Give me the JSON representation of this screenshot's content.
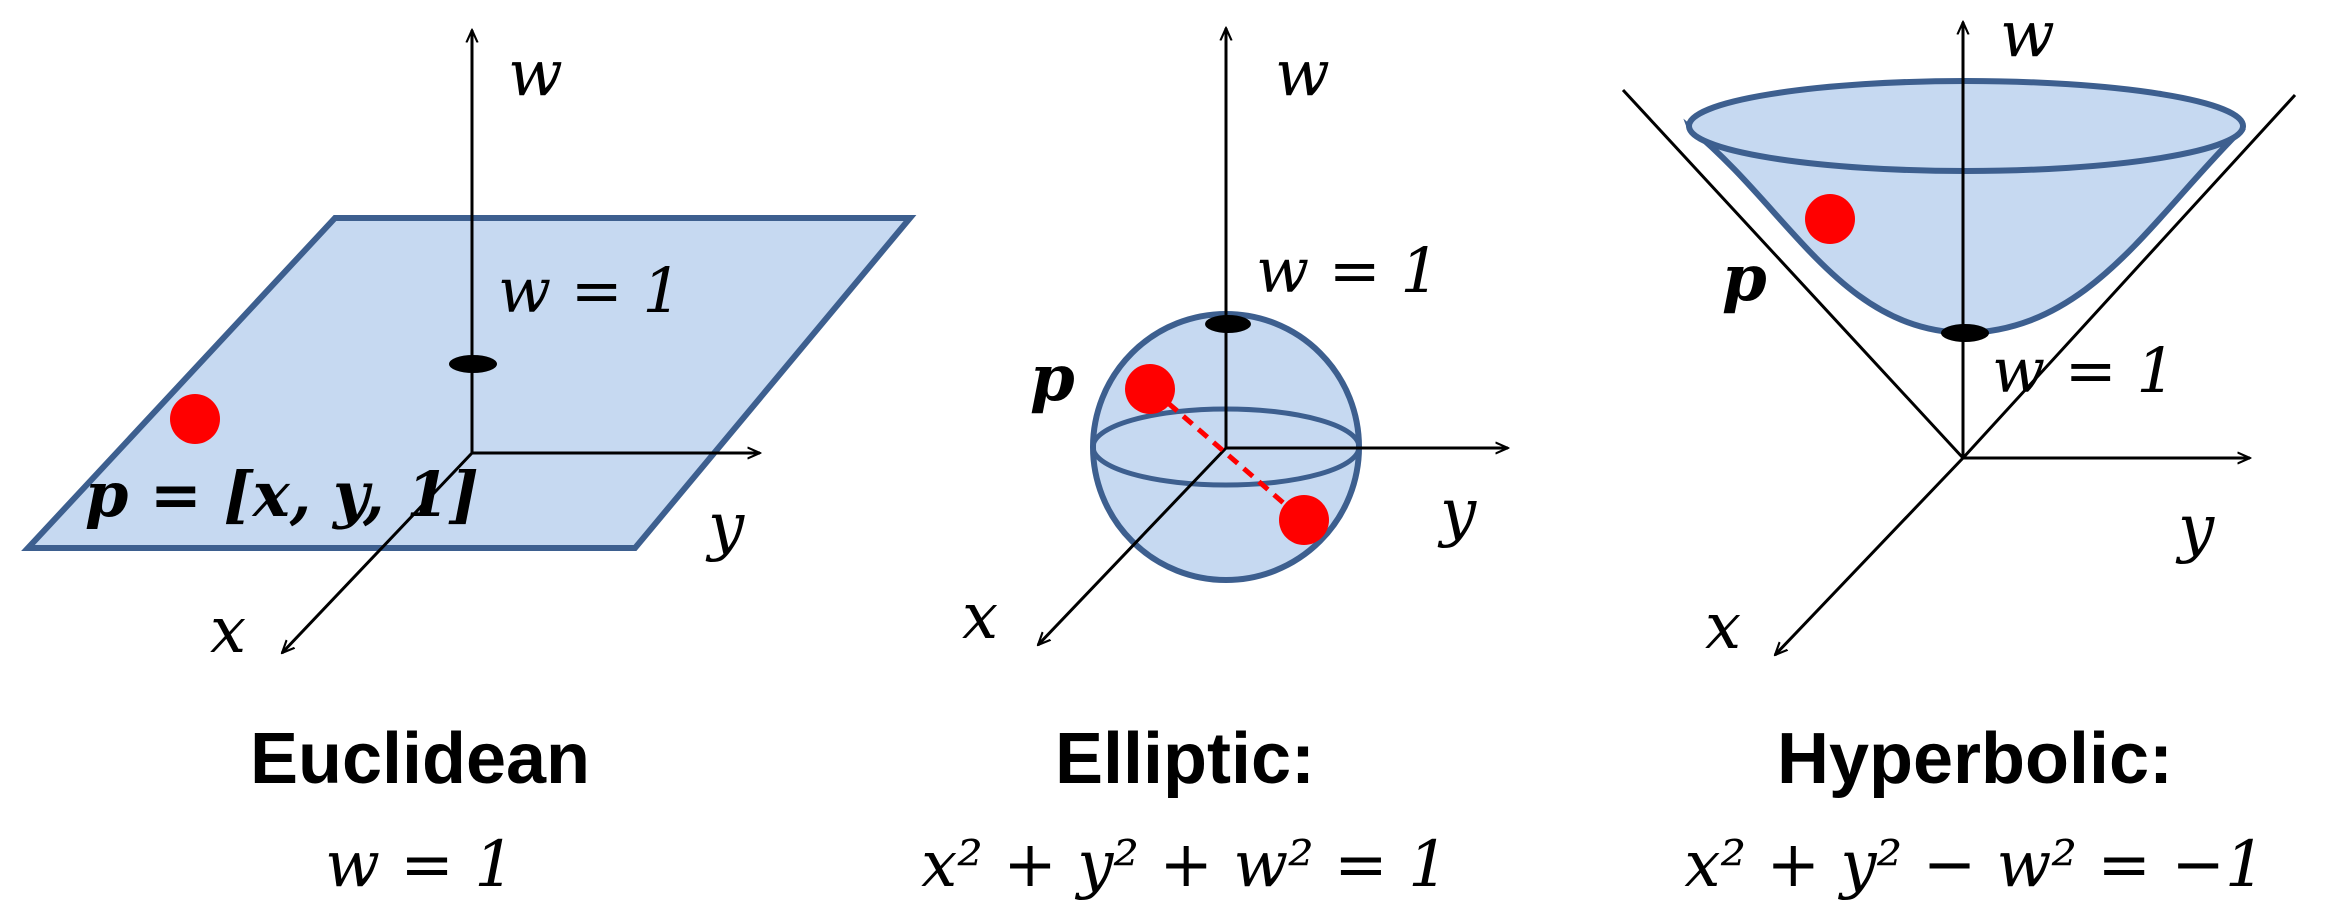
{
  "panels": {
    "euclidean": {
      "axis_w": "w",
      "axis_x": "x",
      "axis_y": "y",
      "level_label": "w = 1",
      "point_label": "p = [x, y, 1]",
      "title": "Euclidean",
      "equation": "w = 1"
    },
    "elliptic": {
      "axis_w": "w",
      "axis_x": "x",
      "axis_y": "y",
      "level_label": "w = 1",
      "point_label": "p",
      "title": "Elliptic:",
      "equation": "x² + y² + w² = 1"
    },
    "hyperbolic": {
      "axis_w": "w",
      "axis_x": "x",
      "axis_y": "y",
      "level_label": "w = 1",
      "point_label": "p",
      "title": "Hyperbolic:",
      "equation": "x² + y² − w² = −1"
    }
  },
  "colors": {
    "surface_fill": "#c6d9f1",
    "surface_stroke": "#3d5f8f",
    "point": "#ff0000",
    "marker": "#000000"
  }
}
